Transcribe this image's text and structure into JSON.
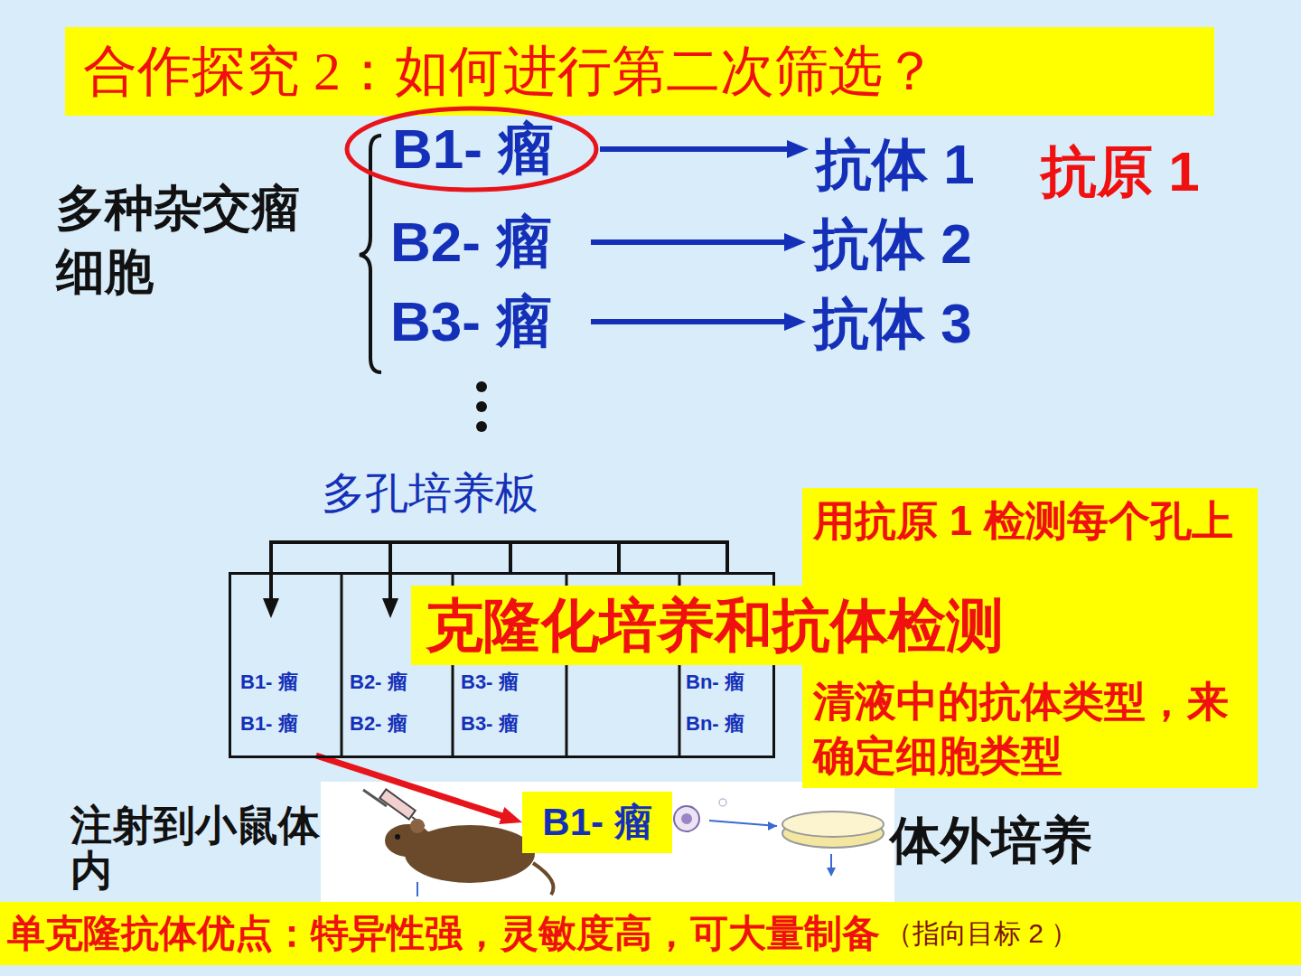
{
  "diagram": {
    "title": "合作探究 2：如何进行第二次筛选？",
    "nodes": [
      {
        "text": [
          "B1- 瘤"
        ]
      },
      {
        "text": [
          "B2- 瘤"
        ]
      },
      {
        "text": [
          "B3- 瘤"
        ]
      },
      {
        "text": [
          "抗体 1"
        ]
      },
      {
        "text": [
          "抗体 2"
        ]
      },
      {
        "text": [
          "抗体 3"
        ]
      },
      {
        "text": [
          "多孔培养板"
        ]
      },
      {
        "text": [
          "B1- 瘤",
          "B1- 瘤"
        ],
        "in": 6
      },
      {
        "text": [
          "B2- 瘤",
          "B2- 瘤"
        ],
        "in": 6
      },
      {
        "text": [
          "B3- 瘤",
          "B3- 瘤"
        ],
        "in": 6
      },
      {
        "text": [
          "Bn- 瘤",
          "Bn- 瘤"
        ],
        "in": 6
      },
      {
        "text": [
          "用抗原 1 检测每个孔上清液中的抗体类型，来确定细胞类型"
        ]
      },
      {
        "text": [
          "克隆化培养和抗体检测"
        ]
      },
      {
        "text": [
          "B1- 瘤"
        ]
      },
      {
        "text": [
          "单克隆抗体优点：特异性强，灵敏度高，可大量制备",
          "（指向目标 2 ）"
        ]
      }
    ],
    "edges": [
      {
        "from": 0,
        "to": 3,
        "arrow": "to"
      },
      {
        "from": 1,
        "to": 4,
        "arrow": "to"
      },
      {
        "from": 2,
        "to": 5,
        "arrow": "to"
      },
      {
        "from": 7,
        "to": 13,
        "arrow": "to"
      }
    ],
    "labels": [
      "多种杂交瘤细胞",
      "抗原 1",
      "注射到小鼠体内",
      "体外培养"
    ]
  }
}
